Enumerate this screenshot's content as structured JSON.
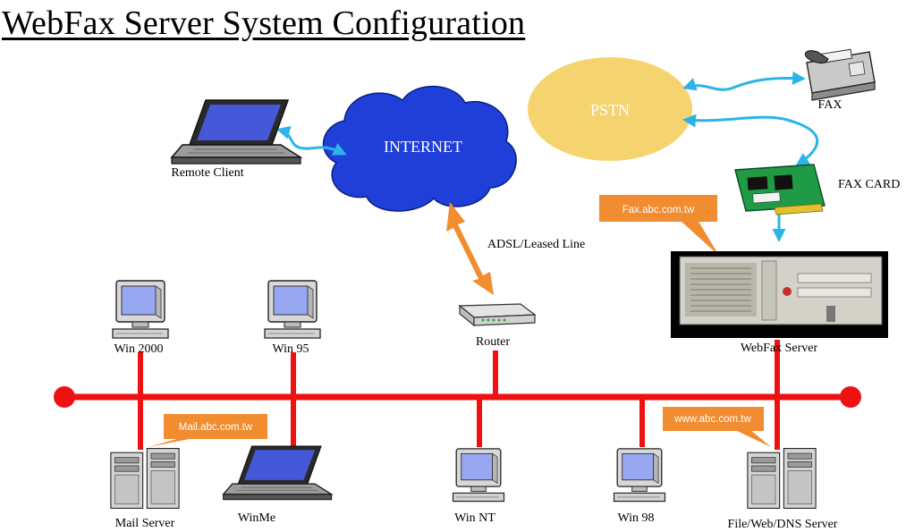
{
  "title": "WebFax Server System Configuration",
  "colors": {
    "network_line": "#ee1111",
    "link_arrow": "#2ab4e8",
    "internet_cloud": "#1f3fd8",
    "pstn": "#f5d470",
    "callout": "#f28c30",
    "adsl_arrow": "#f28c30"
  },
  "clouds": {
    "internet": "INTERNET",
    "pstn": "PSTN"
  },
  "links": {
    "adsl": "ADSL/Leased Line"
  },
  "devices": {
    "remote_client": "Remote Client",
    "fax": "FAX",
    "fax_card": "FAX CARD",
    "router": "Router",
    "webfax_server": "WebFax Server",
    "win2000": "Win 2000",
    "win95": "Win 95",
    "mail_server": "Mail Server",
    "winme": "WinMe",
    "winnt": "Win NT",
    "win98": "Win 98",
    "file_server": "File/Web/DNS Server"
  },
  "callouts": {
    "fax_host": "Fax.abc.com.tw",
    "mail_host": "Mail.abc.com.tw",
    "www_host": "www.abc.com.tw"
  }
}
